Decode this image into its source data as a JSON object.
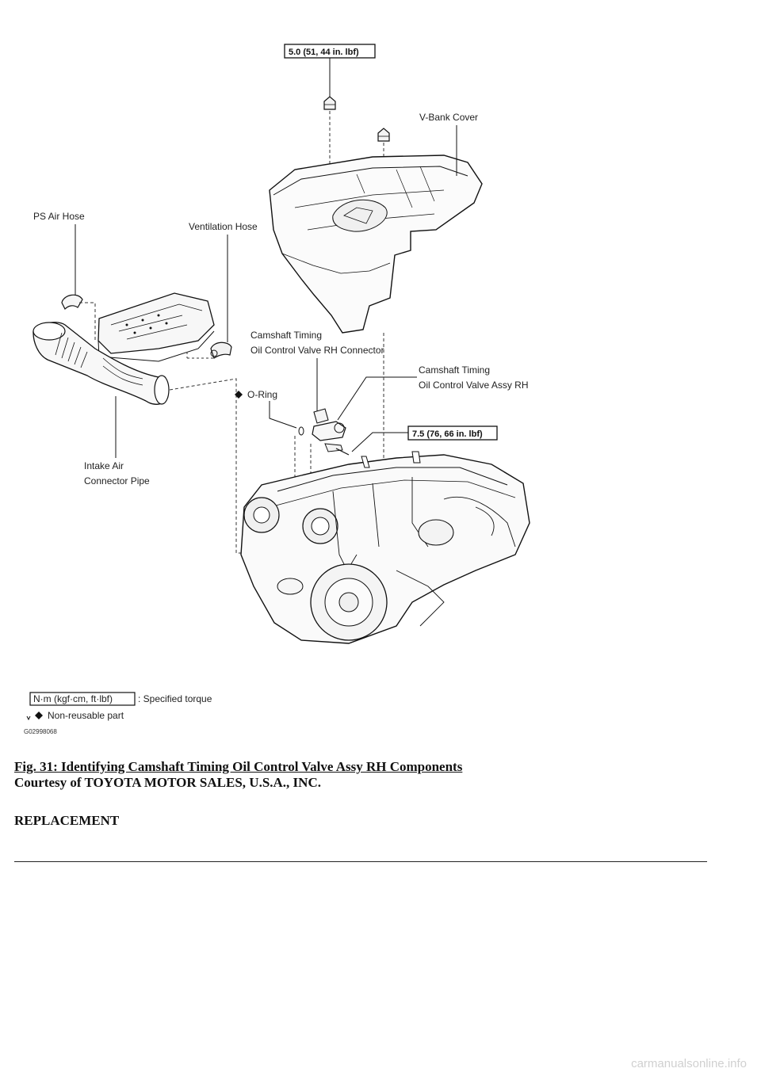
{
  "figure": {
    "torque_top": "5.0 (51, 44 in. lbf)",
    "torque_mid": "7.5 (76, 66 in. lbf)",
    "label_vbank": "V-Bank  Cover",
    "label_ps_hose": "PS Air Hose",
    "label_vent_hose": "Ventilation Hose",
    "label_connector_1": "Camshaft Timing",
    "label_connector_2": "Oil Control Valve RH Connector",
    "label_valve_1": "Camshaft Timing",
    "label_valve_2": "Oil Control Valve Assy RH",
    "label_oring": "O-Ring",
    "label_intake_1": "Intake Air",
    "label_intake_2": "Connector Pipe",
    "legend_box": "N·m (kgf·cm, ft·lbf)",
    "legend_torque": ": Specified torque",
    "legend_nonreuse": "Non-reusable part",
    "figure_code": "G02998068"
  },
  "caption": "Fig. 31: Identifying Camshaft Timing Oil Control Valve Assy RH Components",
  "courtesy": "Courtesy of TOYOTA MOTOR SALES, U.S.A., INC.",
  "section_heading": "REPLACEMENT",
  "watermark": "carmanualsonline.info"
}
